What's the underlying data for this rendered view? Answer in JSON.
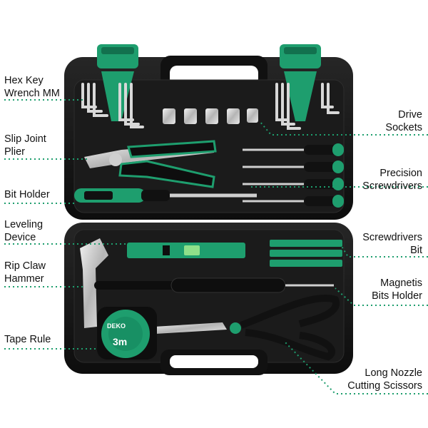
{
  "colors": {
    "accent": "#1e9e6e",
    "case": "#151515",
    "dotted_line": "#1e9e6e"
  },
  "case": {
    "brand_on_tape": "DEKO",
    "tape_size": "3m"
  },
  "labels_left": [
    {
      "line1": "Hex Key",
      "line2": "Wrench MM"
    },
    {
      "line1": "Slip Joint",
      "line2": "Plier"
    },
    {
      "line1": "Bit Holder",
      "line2": ""
    },
    {
      "line1": "Leveling",
      "line2": "Device"
    },
    {
      "line1": "Rip Claw",
      "line2": "Hammer"
    },
    {
      "line1": "Tape Rule",
      "line2": ""
    }
  ],
  "labels_right": [
    {
      "line1": "Drive",
      "line2": "Sockets"
    },
    {
      "line1": "Precision",
      "line2": "Screwdrivers"
    },
    {
      "line1": "Screwdrivers",
      "line2": "Bit"
    },
    {
      "line1": "Magnetis",
      "line2": "Bits Holder"
    },
    {
      "line1": "Long Nozzle",
      "line2": "Cutting Scissors"
    }
  ]
}
